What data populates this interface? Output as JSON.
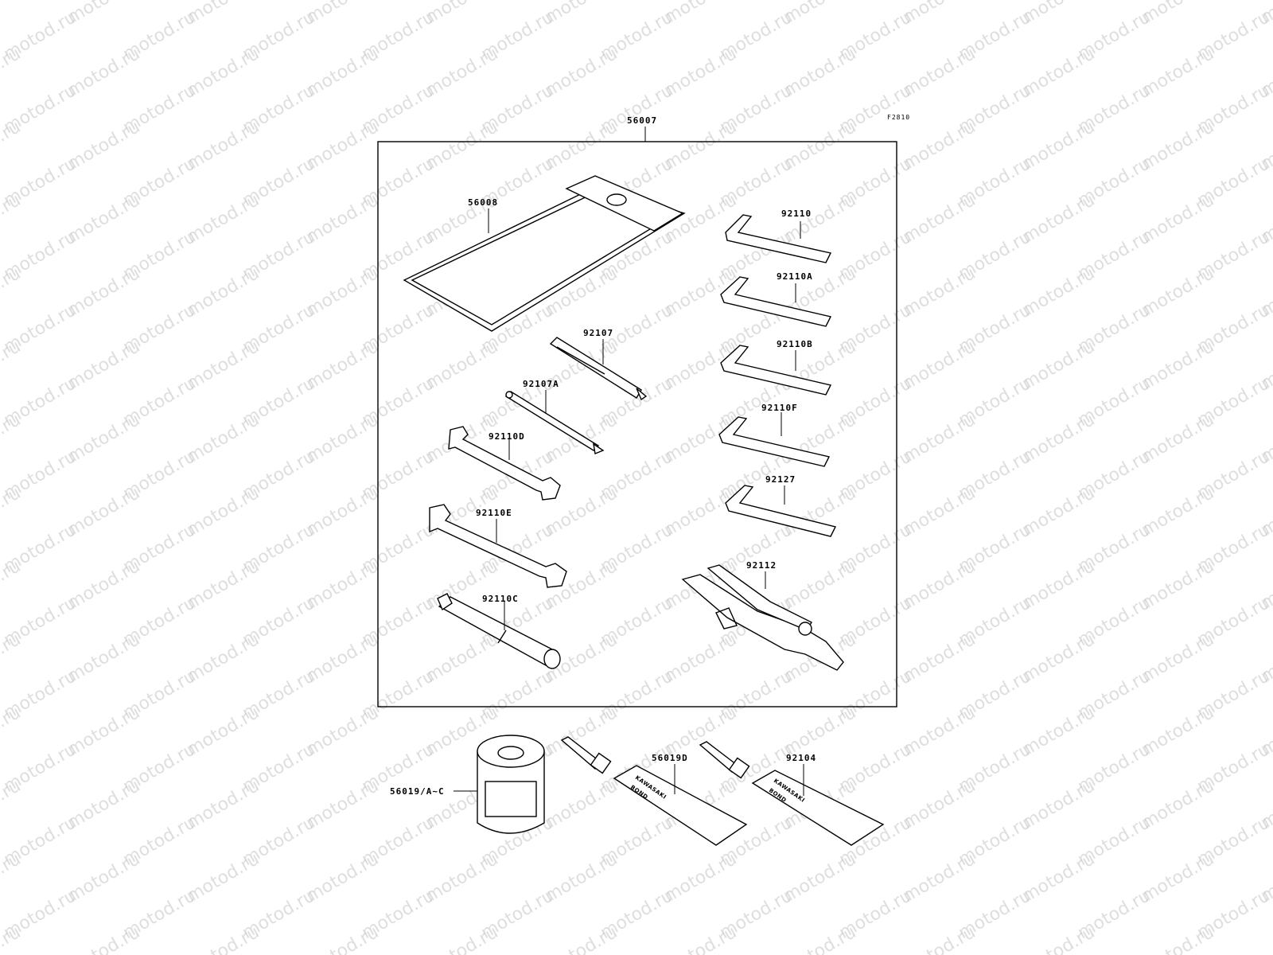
{
  "figure_code": "F2810",
  "watermark": "motod.ru",
  "parts": {
    "kit": "56007",
    "pouch": "56008",
    "screwdriver_a": "92107",
    "screwdriver_b": "92107A",
    "wrench_d": "92110D",
    "wrench_e": "92110E",
    "socket_c": "92110C",
    "hex_1": "92110",
    "hex_a": "92110A",
    "hex_b": "92110B",
    "hex_f": "92110F",
    "hex_127": "92127",
    "pliers": "92112",
    "grease_can": "56019/A~C",
    "bond_tube_d": "56019D",
    "bond_tube_2": "92104"
  },
  "tube_brand": "KAWASAKI",
  "tube_product": "BOND"
}
